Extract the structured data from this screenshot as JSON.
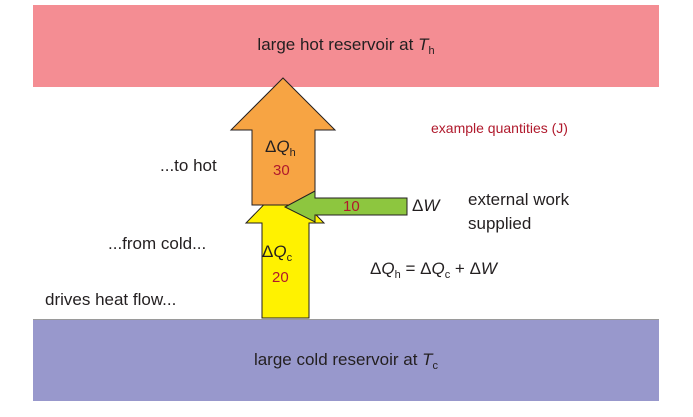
{
  "hot_reservoir": {
    "prefix": "large hot reservoir at ",
    "var": "T",
    "sub": "h"
  },
  "cold_reservoir": {
    "prefix": "large cold reservoir at ",
    "var": "T",
    "sub": "c"
  },
  "labels": {
    "to_hot": "...to hot",
    "from_cold": "...from cold...",
    "drives": "drives heat flow...",
    "example": "example quantities (J)",
    "external_work_line1": "external work",
    "external_work_line2": "supplied"
  },
  "arrows": {
    "hot_heat": {
      "delta": "Δ",
      "var": "Q",
      "sub": "h",
      "value": "30",
      "color": "#f7a443"
    },
    "cold_heat": {
      "delta": "Δ",
      "var": "Q",
      "sub": "c",
      "value": "20",
      "color": "#fff200"
    },
    "work": {
      "delta": "Δ",
      "var": "W",
      "value": "10",
      "color": "#8dc63f"
    }
  },
  "equation": {
    "lhs_delta": "Δ",
    "lhs_var": "Q",
    "lhs_sub": "h",
    "eq": " = ",
    "t1_delta": "Δ",
    "t1_var": "Q",
    "t1_sub": "c",
    "plus": " + ",
    "t2_delta": "Δ",
    "t2_var": "W"
  }
}
